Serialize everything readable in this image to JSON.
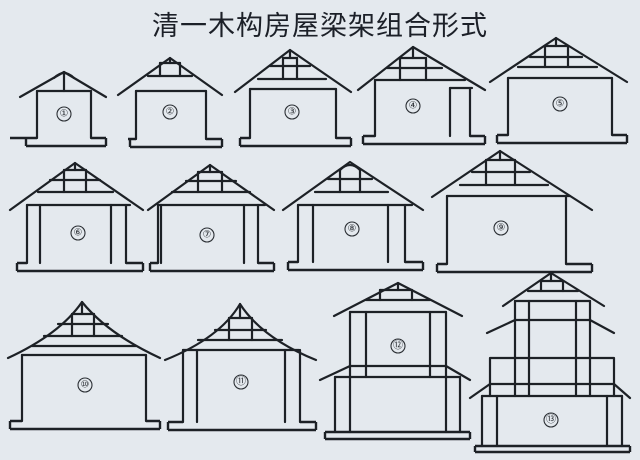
{
  "title": "清一木构房屋梁架组合形式",
  "diagrams": [
    {
      "label": "①"
    },
    {
      "label": "②"
    },
    {
      "label": "③"
    },
    {
      "label": "④"
    },
    {
      "label": "⑤"
    },
    {
      "label": "⑥"
    },
    {
      "label": "⑦"
    },
    {
      "label": "⑧"
    },
    {
      "label": "⑨"
    },
    {
      "label": "⑩"
    },
    {
      "label": "⑪"
    },
    {
      "label": "⑫"
    },
    {
      "label": "⑬"
    }
  ],
  "colors": {
    "ink": "#1d2126",
    "paper": "#e4e9ee"
  }
}
